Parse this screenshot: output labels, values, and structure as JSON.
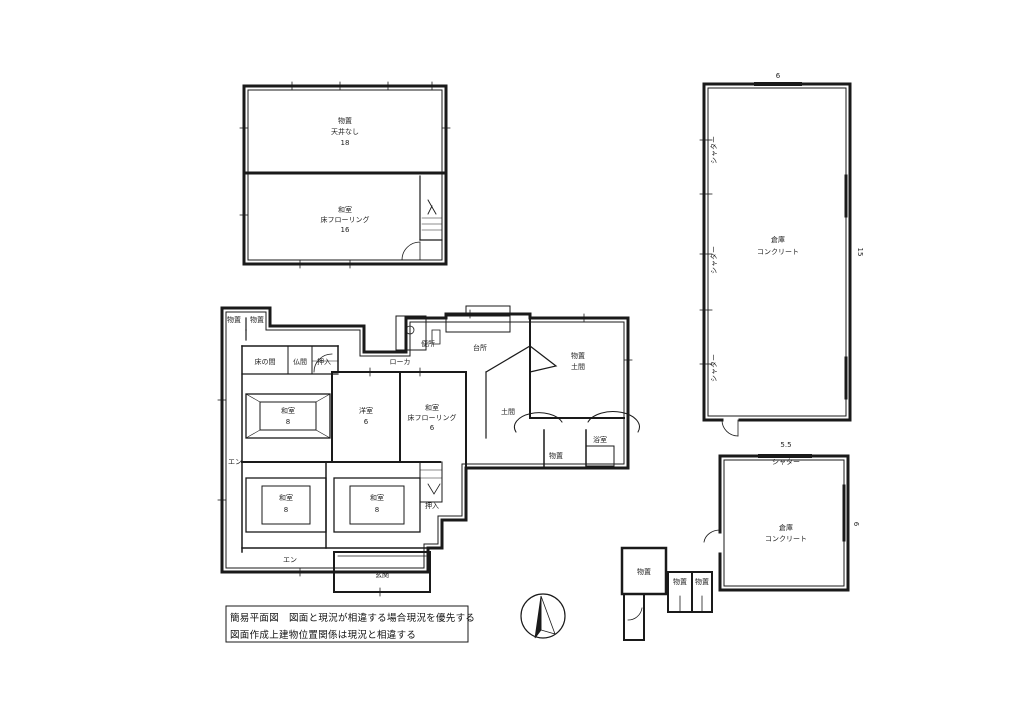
{
  "upper_floor": {
    "storage": {
      "name": "物置",
      "ceiling": "天井なし",
      "size": "18"
    },
    "japanese_room": {
      "name": "和室",
      "floor": "床フローリング",
      "size": "16"
    }
  },
  "main_house": {
    "storage_1": "物置",
    "storage_2": "物置",
    "tokonoma": "床の間",
    "butsuma": "仏間",
    "oshiire_1": "押入",
    "corridor": "ローカ",
    "toilet": "便所",
    "kitchen": "台所",
    "storage_earth": {
      "name": "物置",
      "floor": "土間"
    },
    "tatami_room_ne": {
      "name": "和室",
      "size": "8"
    },
    "western_room": {
      "name": "洋室",
      "size": "6"
    },
    "japanese_flooring": {
      "name": "和室",
      "floor": "床フローリング",
      "size": "6"
    },
    "doma": "土間",
    "storage_3": "物置",
    "bath": "浴室",
    "veranda_1": "エン",
    "tatami_room_sw": {
      "name": "和室",
      "size": "8"
    },
    "tatami_room_se": {
      "name": "和室",
      "size": "8"
    },
    "oshiire_2": "押入",
    "veranda_2": "エン",
    "entrance": "玄関"
  },
  "warehouse_large": {
    "name": "倉庫",
    "floor": "コンクリート",
    "width": "6",
    "length": "15",
    "shutters": [
      "シャター",
      "シャター",
      "シャター"
    ]
  },
  "warehouse_small": {
    "name": "倉庫",
    "floor": "コンクリート",
    "width": "5.5",
    "length": "6",
    "shutter": "シャター"
  },
  "small_sheds": [
    "物置",
    "物置",
    "物置"
  ],
  "notes": {
    "line1_title": "簡易平面図",
    "line1_text": "図面と現況が相違する場合現況を優先する",
    "line2": "図面作成上建物位置関係は現況と相違する"
  }
}
